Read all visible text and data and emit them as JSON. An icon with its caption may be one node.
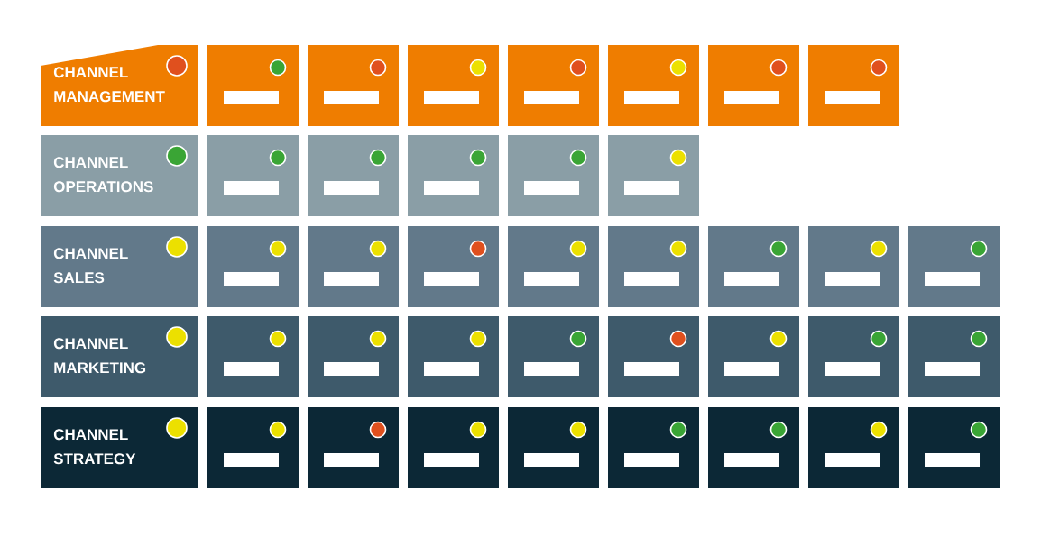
{
  "diagram": {
    "nodes": [
      {
        "text": [
          "CHANNEL MANAGEMENT"
        ]
      },
      {
        "text": [],
        "shape": "circle",
        "in": 0
      },
      {
        "text": [],
        "shape": "box"
      },
      {
        "text": [],
        "shape": "circle",
        "in": 2
      },
      {
        "text": [],
        "shape": "box"
      },
      {
        "text": [],
        "shape": "circle",
        "in": 4
      },
      {
        "text": [],
        "shape": "box"
      },
      {
        "text": [],
        "shape": "circle",
        "in": 6
      },
      {
        "text": [],
        "shape": "box"
      },
      {
        "text": [],
        "shape": "circle",
        "in": 8
      },
      {
        "text": [],
        "shape": "box"
      },
      {
        "text": [],
        "shape": "circle",
        "in": 10
      },
      {
        "text": [],
        "shape": "box"
      },
      {
        "text": [],
        "shape": "circle",
        "in": 12
      },
      {
        "text": [],
        "shape": "box"
      },
      {
        "text": [],
        "shape": "circle",
        "in": 14
      },
      {
        "text": [
          "CHANNEL OPERATIONS"
        ]
      },
      {
        "text": [],
        "shape": "circle",
        "in": 16
      },
      {
        "text": [],
        "shape": "box"
      },
      {
        "text": [],
        "shape": "circle",
        "in": 18
      },
      {
        "text": [],
        "shape": "box"
      },
      {
        "text": [],
        "shape": "circle",
        "in": 20
      },
      {
        "text": [],
        "shape": "box"
      },
      {
        "text": [],
        "shape": "circle",
        "in": 22
      },
      {
        "text": [],
        "shape": "box"
      },
      {
        "text": [],
        "shape": "circle",
        "in": 24
      },
      {
        "text": [],
        "shape": "box"
      },
      {
        "text": [],
        "shape": "circle",
        "in": 26
      },
      {
        "text": [
          "CHANNEL SALES"
        ]
      },
      {
        "text": [],
        "shape": "circle",
        "in": 28
      },
      {
        "text": [],
        "shape": "box"
      },
      {
        "text": [],
        "shape": "circle",
        "in": 30
      },
      {
        "text": [],
        "shape": "box"
      },
      {
        "text": [],
        "shape": "circle",
        "in": 32
      },
      {
        "text": [],
        "shape": "box"
      },
      {
        "text": [],
        "shape": "circle",
        "in": 34
      },
      {
        "text": [],
        "shape": "box"
      },
      {
        "text": [],
        "shape": "circle",
        "in": 36
      },
      {
        "text": [],
        "shape": "box"
      },
      {
        "text": [],
        "shape": "circle",
        "in": 38
      },
      {
        "text": [],
        "shape": "box"
      },
      {
        "text": [],
        "shape": "circle",
        "in": 40
      },
      {
        "text": [],
        "shape": "box"
      },
      {
        "text": [],
        "shape": "circle",
        "in": 42
      },
      {
        "text": [],
        "shape": "box"
      },
      {
        "text": [],
        "shape": "circle",
        "in": 44
      },
      {
        "text": [
          "CHANNEL MARKETING"
        ]
      },
      {
        "text": [],
        "shape": "circle",
        "in": 46
      },
      {
        "text": [],
        "shape": "box"
      },
      {
        "text": [],
        "shape": "circle",
        "in": 48
      },
      {
        "text": [],
        "shape": "box"
      },
      {
        "text": [],
        "shape": "circle",
        "in": 50
      },
      {
        "text": [],
        "shape": "box"
      },
      {
        "text": [],
        "shape": "circle",
        "in": 52
      },
      {
        "text": [],
        "shape": "box"
      },
      {
        "text": [],
        "shape": "circle",
        "in": 54
      },
      {
        "text": [],
        "shape": "box"
      },
      {
        "text": [],
        "shape": "circle",
        "in": 56
      },
      {
        "text": [],
        "shape": "box"
      },
      {
        "text": [],
        "shape": "circle",
        "in": 58
      },
      {
        "text": [],
        "shape": "box"
      },
      {
        "text": [],
        "shape": "circle",
        "in": 60
      },
      {
        "text": [],
        "shape": "box"
      },
      {
        "text": [],
        "shape": "circle",
        "in": 62
      },
      {
        "text": [
          "CHANNEL STRATEGY"
        ]
      },
      {
        "text": [],
        "shape": "circle",
        "in": 64
      },
      {
        "text": [],
        "shape": "box"
      },
      {
        "text": [],
        "shape": "circle",
        "in": 66
      },
      {
        "text": [],
        "shape": "box"
      },
      {
        "text": [],
        "shape": "circle",
        "in": 68
      },
      {
        "text": [],
        "shape": "box"
      },
      {
        "text": [],
        "shape": "circle",
        "in": 70
      },
      {
        "text": [],
        "shape": "box"
      },
      {
        "text": [],
        "shape": "circle",
        "in": 72
      },
      {
        "text": [],
        "shape": "box"
      },
      {
        "text": [],
        "shape": "circle",
        "in": 74
      },
      {
        "text": [],
        "shape": "box"
      },
      {
        "text": [],
        "shape": "circle",
        "in": 76
      },
      {
        "text": [],
        "shape": "box"
      },
      {
        "text": [],
        "shape": "circle",
        "in": 78
      },
      {
        "text": [],
        "shape": "box"
      },
      {
        "text": [],
        "shape": "circle",
        "in": 80
      }
    ]
  }
}
